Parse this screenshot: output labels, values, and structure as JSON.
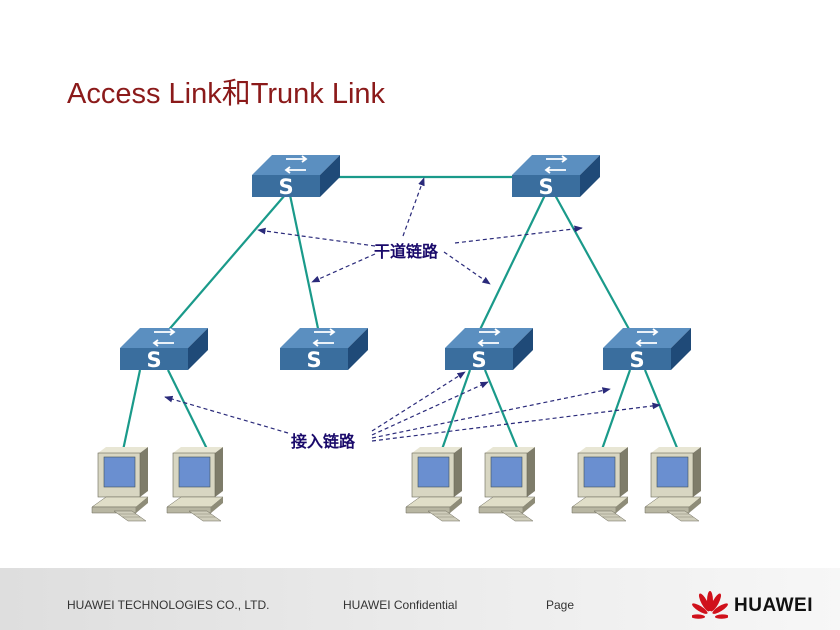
{
  "title": "Access Link和Trunk Link",
  "diagram": {
    "trunk_label": "干道链路",
    "access_label": "接入链路",
    "switch_letter": "S"
  },
  "footer": {
    "company": "HUAWEI TECHNOLOGIES CO., LTD.",
    "confidential": "HUAWEI Confidential",
    "page_label": "Page",
    "brand": "HUAWEI"
  },
  "colors": {
    "title": "#8b1a1a",
    "link_line": "#1a9a8a",
    "switch": "#3a6e9e",
    "dashed_arrow": "#2a2a7a",
    "label": "#1a0a6b",
    "brand_red": "#d0111b"
  }
}
